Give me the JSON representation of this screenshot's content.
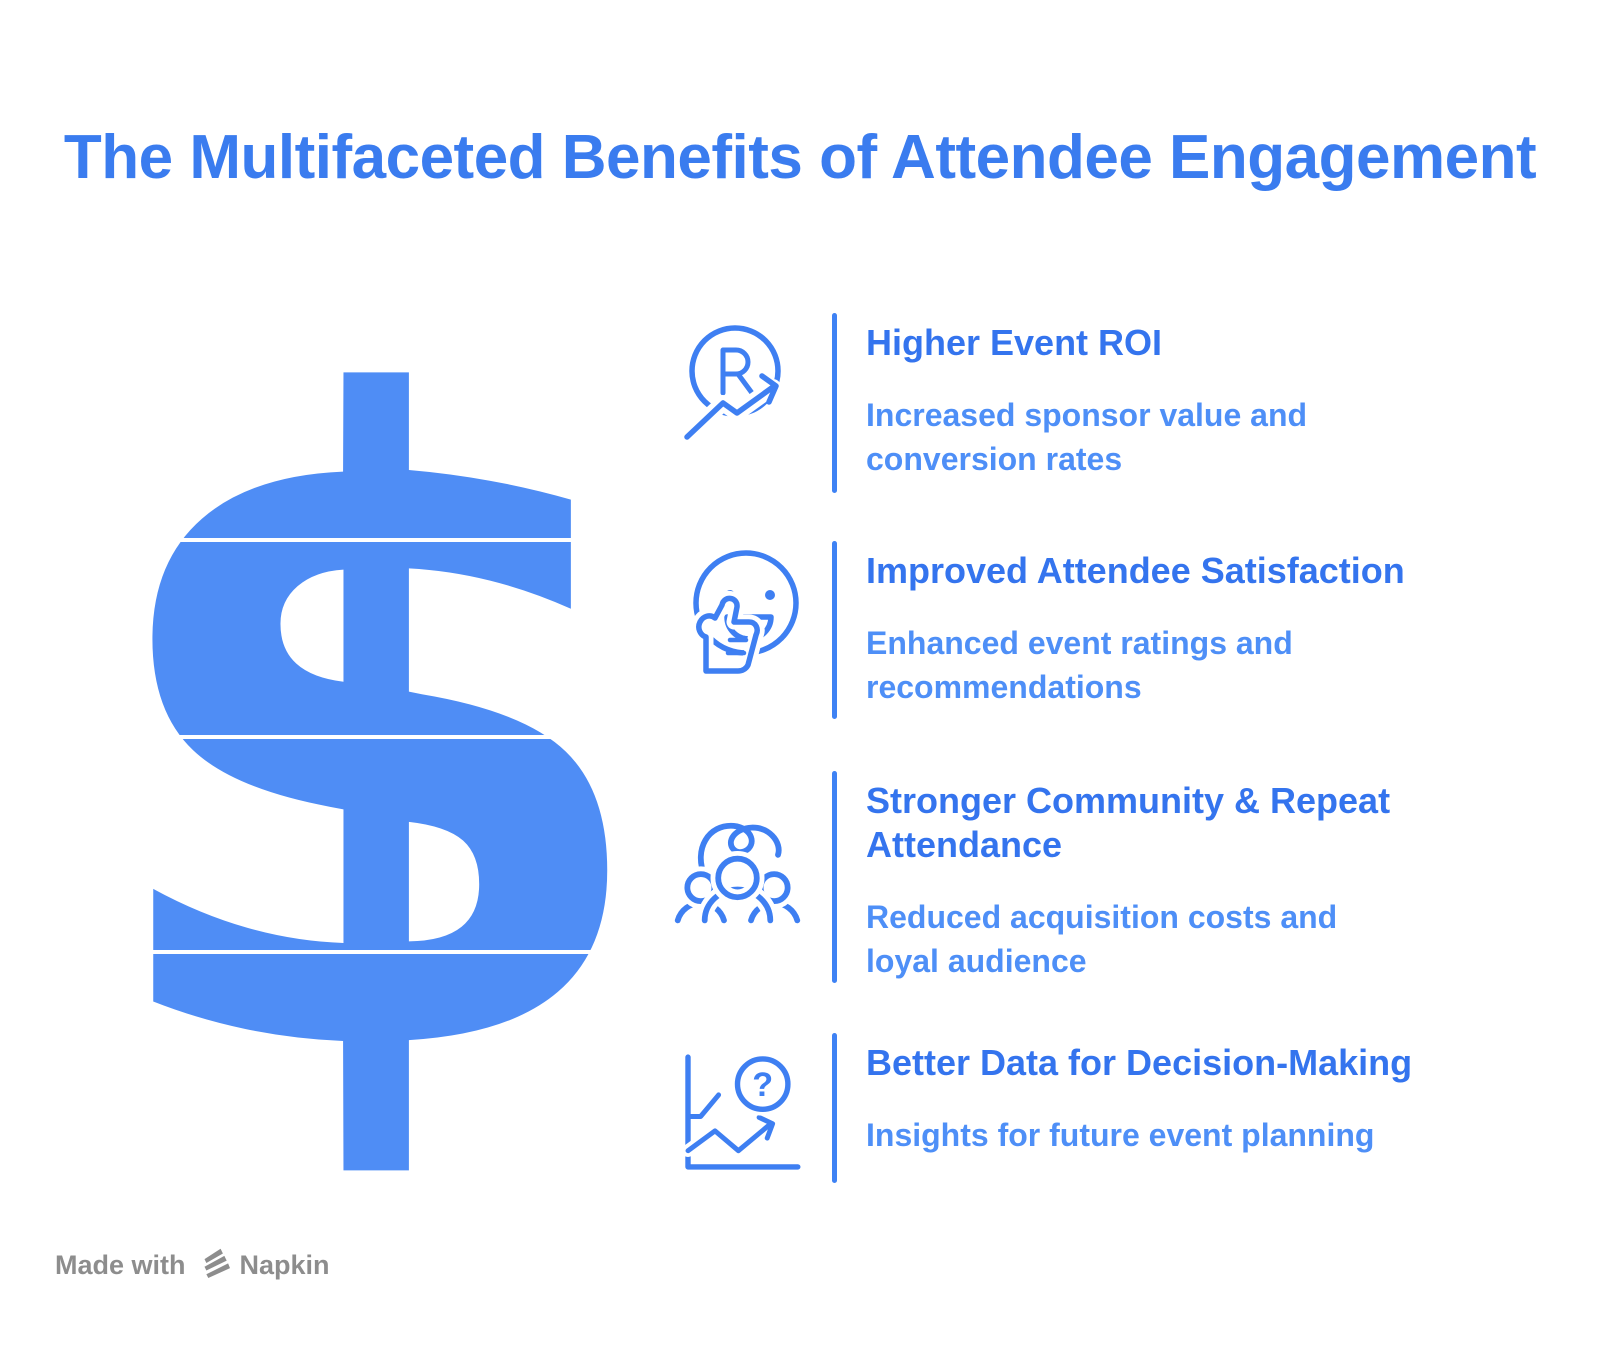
{
  "title": "The Multifaceted Benefits of Attendee Engagement",
  "dollar_glyph": "$",
  "benefits": [
    {
      "icon": "roi-growth-icon",
      "icon_letter": "R",
      "heading": "Higher Event ROI",
      "description": "Increased sponsor value and conversion rates"
    },
    {
      "icon": "thumbs-up-smiley-icon",
      "heading": "Improved Attendee Satisfaction",
      "description": "Enhanced event ratings and recommendations"
    },
    {
      "icon": "community-group-icon",
      "heading": "Stronger Community & Repeat Attendance",
      "description": "Reduced acquisition costs and loyal audience"
    },
    {
      "icon": "data-question-chart-icon",
      "icon_symbol": "?",
      "heading": "Better Data for Decision-Making",
      "description": "Insights for future event planning"
    }
  ],
  "watermark": {
    "prefix": "Made with",
    "brand": "Napkin"
  },
  "colors": {
    "title": "#3A7CEF",
    "heading": "#3474EE",
    "body_text": "#4E8FF7",
    "icon_stroke": "#3E7FF2",
    "divider": "#3E82F4",
    "dollar": "#4F8DF5",
    "watermark": "#8D8D8D",
    "background": "#FFFFFF"
  }
}
